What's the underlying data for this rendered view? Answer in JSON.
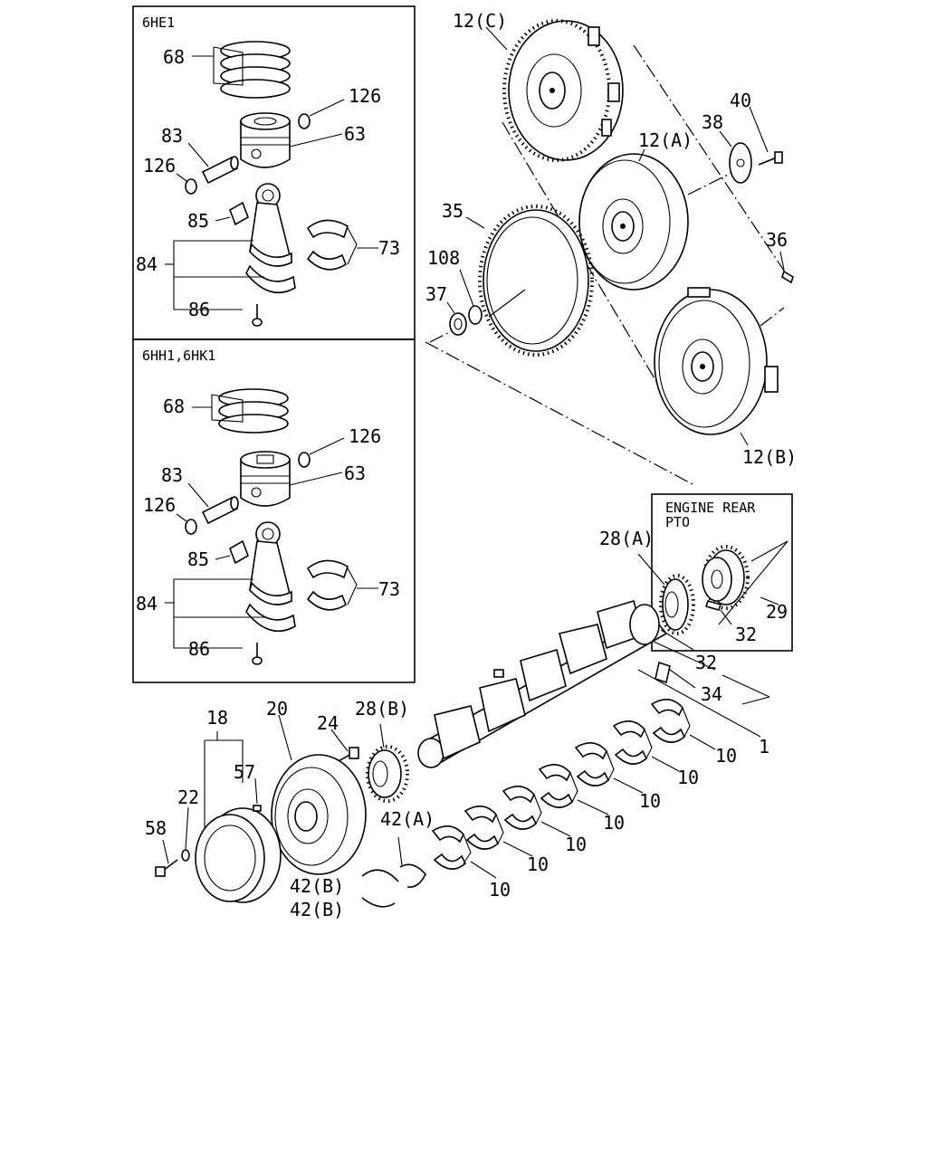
{
  "boxes": {
    "top_variant": "6HE1",
    "bottom_variant": "6HH1,6HK1",
    "pto_line1": "ENGINE REAR",
    "pto_line2": "PTO"
  },
  "callouts": {
    "flywheel_c": "12(C)",
    "flywheel_a": "12(A)",
    "flywheel_b": "12(B)",
    "plate": "38",
    "flywheel_bolt": "40",
    "dowel": "36",
    "ring_gear": "35",
    "oring": "108",
    "pilot_bearing": "37",
    "pto_gear": "29",
    "pto_pin": "32",
    "timing_gear_a": "28(A)",
    "crank_pin": "32",
    "seals": "34",
    "crankshaft": "1",
    "timing_gear_b": "28(B)",
    "bolt": "24",
    "damper": "20",
    "pulley": "18",
    "key": "57",
    "washer": "22",
    "pulley_bolt": "58",
    "thrust_a": "42(A)",
    "thrust_b1": "42(B)",
    "thrust_b2": "42(B)",
    "main_bearing": "10"
  },
  "piston_groups": [
    {
      "rings": "68",
      "clip_top": "126",
      "piston": "63",
      "pin": "83",
      "clip_left": "126",
      "bushing": "85",
      "rod": "84",
      "bearing": "73",
      "rod_bolt": "86"
    },
    {
      "rings": "68",
      "clip_top": "126",
      "piston": "63",
      "pin": "83",
      "clip_left": "126",
      "bushing": "85",
      "rod": "84",
      "bearing": "73",
      "rod_bolt": "86"
    }
  ]
}
